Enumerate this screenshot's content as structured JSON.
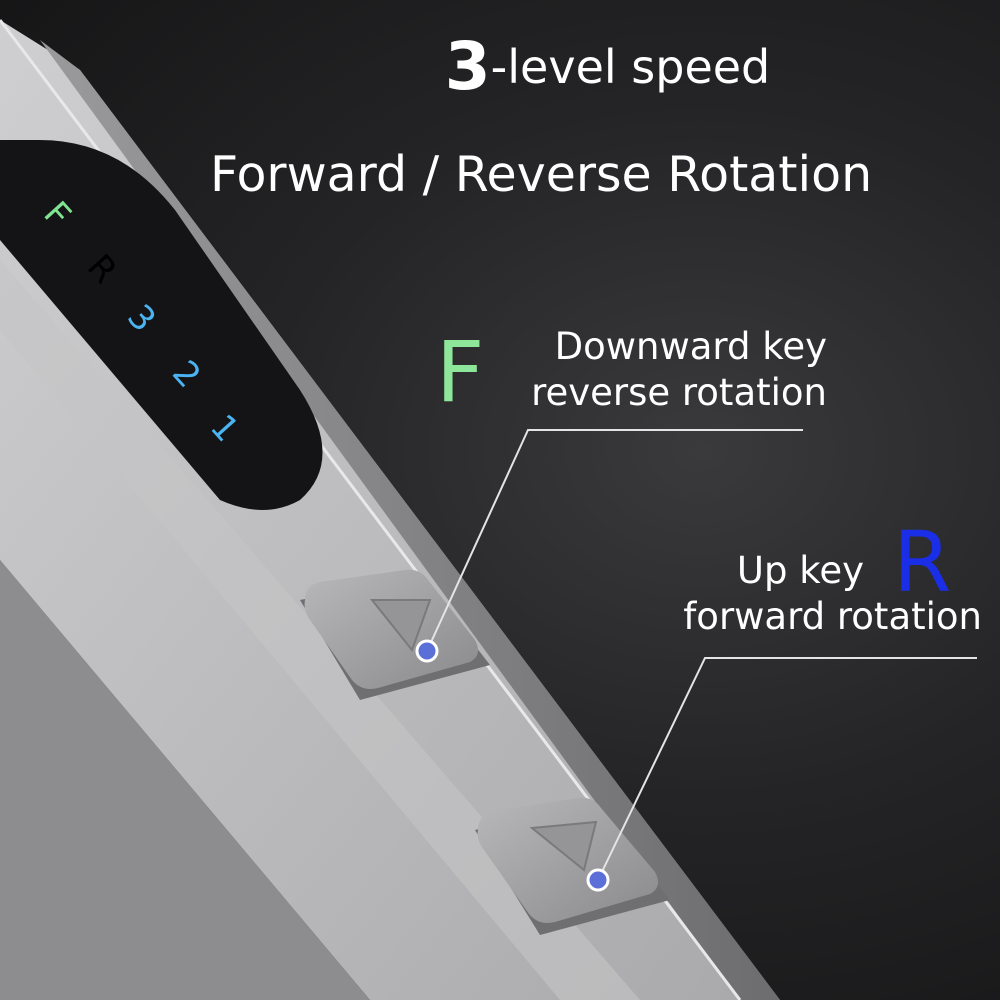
{
  "heading": {
    "line1_number": "3",
    "line1_text": "-level speed",
    "line2": "Forward / Reverse Rotation"
  },
  "callout_f": {
    "letter": "F",
    "line1": "Downward key",
    "line2": "reverse rotation",
    "letter_color": "#8ee69a"
  },
  "callout_r": {
    "letter": "R",
    "line1": "Up key",
    "line2": "forward rotation",
    "letter_color": "#1a2ee8"
  },
  "indicator_panel": {
    "f": "F",
    "r": "R",
    "speed_3": "3",
    "speed_2": "2",
    "speed_1": "1",
    "f_color": "#7fe38f",
    "speed_color": "#4ab3f0"
  },
  "colors": {
    "dot": "#5a6fd8",
    "housing": "#b5b5b7"
  }
}
